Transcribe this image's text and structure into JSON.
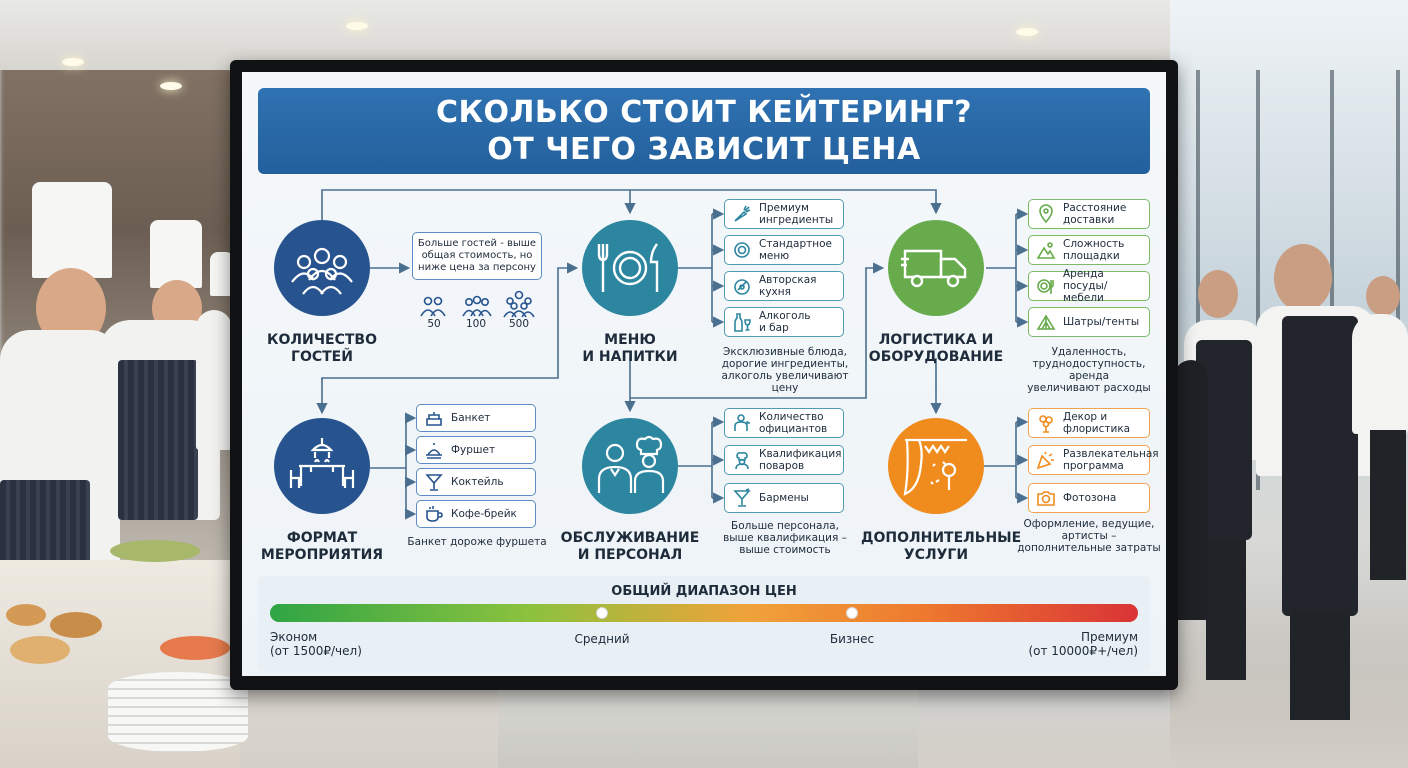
{
  "title": {
    "line1": "СКОЛЬКО СТОИТ КЕЙТЕРИНГ?",
    "line2": "ОТ ЧЕГО ЗАВИСИТ ЦЕНА"
  },
  "guests": {
    "label": [
      "КОЛИЧЕСТВО",
      "ГОСТЕЙ"
    ],
    "note": [
      "Больше гостей - выше",
      "общая стоимость, но",
      "ниже цена за персону"
    ],
    "counts": [
      "50",
      "100",
      "500"
    ],
    "icon": "people-group-icon",
    "color": "#27548f"
  },
  "menu": {
    "label": [
      "МЕНЮ",
      "И НАПИТКИ"
    ],
    "icon": "plate-cutlery-icon",
    "color": "#2d86a0",
    "items": [
      {
        "text": [
          "Премиум",
          "ингредиенты"
        ],
        "icon": "carrot-icon"
      },
      {
        "text": [
          "Стандартное",
          "меню"
        ],
        "icon": "plate-icon"
      },
      {
        "text": [
          "Авторская",
          "кухня"
        ],
        "icon": "chef-dish-icon"
      },
      {
        "text": [
          "Алкоголь",
          "и бар"
        ],
        "icon": "wine-bottle-icon"
      }
    ],
    "note": [
      "Эксклюзивные блюда,",
      "дорогие ингредиенты,",
      "алкоголь увеличивают цену"
    ]
  },
  "logistics": {
    "label": [
      "ЛОГИСТИКА И",
      "ОБОРУДОВАНИЕ"
    ],
    "icon": "truck-icon",
    "color": "#67ab4c",
    "items": [
      {
        "text": [
          "Расстояние",
          "доставки"
        ],
        "icon": "map-pin-icon"
      },
      {
        "text": [
          "Сложность",
          "площадки"
        ],
        "icon": "venue-icon"
      },
      {
        "text": [
          "Аренда",
          "посуды/мебели"
        ],
        "icon": "dishes-icon"
      },
      {
        "text": [
          "Шатры/тенты"
        ],
        "icon": "tent-icon"
      }
    ],
    "note": [
      "Удаленность,",
      "труднодоступность, аренда",
      "увеличивают расходы"
    ]
  },
  "format": {
    "label": [
      "ФОРМАТ",
      "МЕРОПРИЯТИЯ"
    ],
    "icon": "banquet-table-icon",
    "color": "#27548f",
    "items": [
      {
        "text": [
          "Банкет"
        ],
        "icon": "cake-icon"
      },
      {
        "text": [
          "Фуршет"
        ],
        "icon": "buffet-icon"
      },
      {
        "text": [
          "Коктейль"
        ],
        "icon": "cocktail-icon"
      },
      {
        "text": [
          "Кофе-брейк"
        ],
        "icon": "coffee-cup-icon"
      }
    ],
    "note": [
      "Банкет дороже фуршета"
    ]
  },
  "service": {
    "label": [
      "ОБСЛУЖИВАНИЕ",
      "И ПЕРСОНАЛ"
    ],
    "icon": "staff-icon",
    "color": "#2d86a0",
    "items": [
      {
        "text": [
          "Количество",
          "официантов"
        ],
        "icon": "waiter-icon"
      },
      {
        "text": [
          "Квалификация",
          "поваров"
        ],
        "icon": "chef-icon"
      },
      {
        "text": [
          "Бармены"
        ],
        "icon": "martini-icon"
      }
    ],
    "note": [
      "Больше персонала,",
      "выше квалификация –",
      "выше стоимость"
    ]
  },
  "extras": {
    "label": [
      "ДОПОЛНИТЕЛЬНЫЕ",
      "УСЛУГИ"
    ],
    "icon": "stage-curtain-icon",
    "color": "#f08b1e",
    "items": [
      {
        "text": [
          "Декор и",
          "флористика"
        ],
        "icon": "flowers-icon"
      },
      {
        "text": [
          "Развлекательная",
          "программа"
        ],
        "icon": "party-popper-icon"
      },
      {
        "text": [
          "Фотозона"
        ],
        "icon": "camera-icon"
      }
    ],
    "note": [
      "Оформление, ведущие,",
      "артисты –",
      "дополнительные затраты"
    ]
  },
  "price_range": {
    "title": "ОБЩИЙ ДИАПАЗОН ЦЕН",
    "economy": [
      "Эконом",
      "(от 1500₽/чел)"
    ],
    "middle": "Средний",
    "business": "Бизнес",
    "premium": [
      "Премиум",
      "(от 10000₽+/чел)"
    ],
    "colors": [
      "#2fa545",
      "#8cc23e",
      "#f0a23a",
      "#ee7a2e",
      "#d93436"
    ]
  }
}
